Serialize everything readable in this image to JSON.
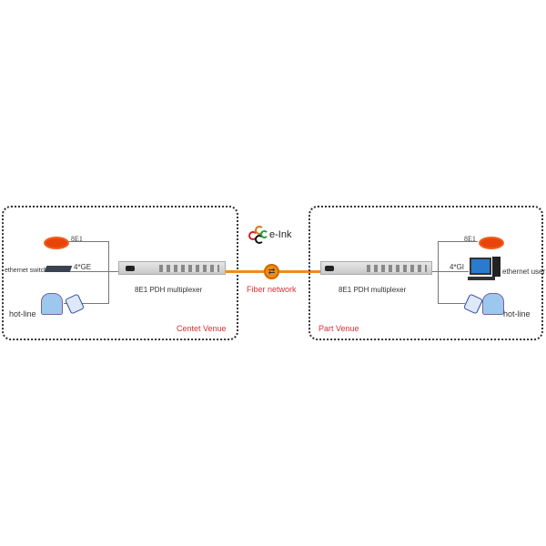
{
  "logo": {
    "text": "e-Ink"
  },
  "fiber": {
    "label": "Fiber network",
    "color": "#f08a1c"
  },
  "left": {
    "venue": "Centet Venue",
    "e1_label": "8E1",
    "ge_label": "4*GE",
    "switch_label": "ethernet switch",
    "hotline_label": "hot-line",
    "mux_label": "8E1 PDH multiplexer"
  },
  "right": {
    "venue": "Part Venue",
    "e1_label": "8E1",
    "ge_label": "4*GI",
    "user_label": "ethernet user",
    "hotline_label": "hot-line",
    "mux_label": "8E1 PDH multiplexer"
  }
}
